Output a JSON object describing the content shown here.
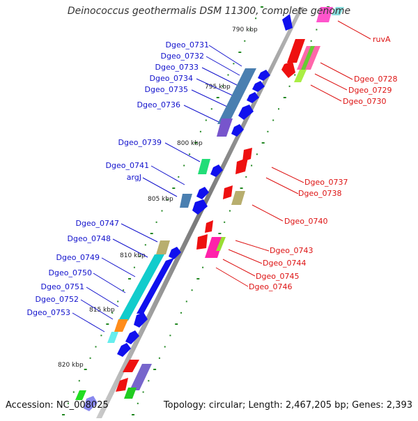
{
  "title": "Deinococcus geothermalis DSM 11300, complete genome",
  "accession": "Accession: NC_008025",
  "topology": "Topology: circular; Length: 2,467,205 bp; Genes: 2,393",
  "kbp_marks": [
    "790 kbp",
    "795 kbp",
    "800 kbp",
    "805 kbp",
    "810 kbp",
    "815 kbp",
    "820 kbp"
  ],
  "left_labels": [
    "Dgeo_0731",
    "Dgeo_0732",
    "Dgeo_0733",
    "Dgeo_0734",
    "Dgeo_0735",
    "Dgeo_0736",
    "Dgeo_0739",
    "Dgeo_0741",
    "argJ",
    "Dgeo_0747",
    "Dgeo_0748",
    "Dgeo_0749",
    "Dgeo_0750",
    "Dgeo_0751",
    "Dgeo_0752",
    "Dgeo_0753"
  ],
  "right_labels": [
    "ruvA",
    "Dgeo_0728",
    "Dgeo_0729",
    "Dgeo_0730",
    "Dgeo_0737",
    "Dgeo_0738",
    "Dgeo_0740",
    "Dgeo_0743",
    "Dgeo_0744",
    "Dgeo_0745",
    "Dgeo_0746"
  ],
  "colors": {
    "forward_label": "#1111cc",
    "reverse_label": "#dd1111",
    "forward_cds": "#1010ee",
    "reverse_cds": "#ee1010",
    "backbone": "#888888",
    "tick": "#228822"
  }
}
